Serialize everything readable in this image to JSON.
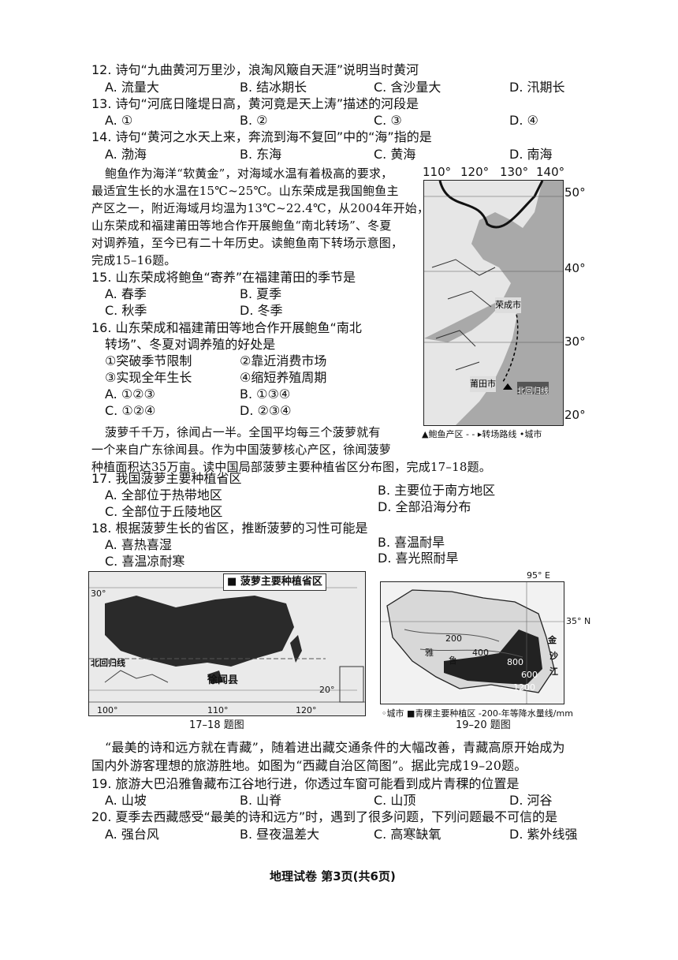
{
  "q12": {
    "stem": "12. 诗句“九曲黄河万里沙，浪淘风簸自天涯”说明当时黄河",
    "a": "A. 流量大",
    "b": "B. 结冰期长",
    "c": "C. 含沙量大",
    "d": "D. 汛期长"
  },
  "q13": {
    "stem": "13. 诗句“河底日隆堤日高，黄河竟是天上涛”描述的河段是",
    "a": "A. ①",
    "b": "B. ②",
    "c": "C. ③",
    "d": "D. ④"
  },
  "q14": {
    "stem": "14. 诗句“黄河之水天上来，奔流到海不复回”中的“海”指的是",
    "a": "A. 渤海",
    "b": "B. 东海",
    "c": "C. 黄海",
    "d": "D. 南海"
  },
  "passage1": [
    "鲍鱼作为海洋“软黄金”，对海域水温有着极高的要求，",
    "最适宜生长的水温在15℃~25℃。山东荣成是我国鲍鱼主",
    "产区之一，附近海域月均温为13℃~22.4℃，从2004年开始，",
    "山东荣成和福建莆田等地合作开展鲍鱼“南北转场”、冬夏",
    "对调养殖，至今已有二十年历史。读鲍鱼南下转场示意图，",
    "完成15–16题。"
  ],
  "q15": {
    "stem": "15. 山东荣成将鲍鱼“寄养”在福建莆田的季节是",
    "a": "A. 春季",
    "b": "B. 夏季",
    "c": "C. 秋季",
    "d": "D. 冬季"
  },
  "q16": {
    "stem1": "16. 山东荣成和福建莆田等地合作开展鲍鱼“南北",
    "stem2": "转场”、冬夏对调养殖的好处是",
    "o1": "①突破季节限制",
    "o2": "②靠近消费市场",
    "o3": "③实现全年生长",
    "o4": "④缩短养殖周期",
    "a": "A. ①②③",
    "b": "B. ①③④",
    "c": "C. ①②④",
    "d": "D. ②③④"
  },
  "map1": {
    "lon": [
      "110°",
      "120°",
      "130°",
      "140°"
    ],
    "lat": [
      "50°",
      "40°",
      "30°",
      "20°"
    ],
    "city1": "荣成市",
    "city2": "莆田市",
    "island": "北回归线",
    "legend": "▲鲍鱼产区 - - ▸转场路线 •城市"
  },
  "passage2": [
    "菠萝千千万，徐闻占一半。全国平均每三个菠萝就有",
    "一个来自广东徐闻县。作为中国菠萝核心产区，徐闻菠萝",
    "种植面积达35万亩。读中国局部菠萝主要种植省区分布图，完成17–18题。"
  ],
  "q17": {
    "stem": "17. 我国菠萝主要种植省区",
    "a": "A. 全部位于热带地区",
    "b": "B. 主要位于南方地区",
    "c": "C. 全部位于丘陵地区",
    "d": "D. 全部沿海分布"
  },
  "q18": {
    "stem": "18. 根据菠萝生长的省区，推断菠萝的习性可能是",
    "a": "A. 喜热喜湿",
    "b": "B. 喜温耐旱",
    "c": "C. 喜温凉耐寒",
    "d": "D. 喜光照耐旱"
  },
  "map2": {
    "legend": "菠萝主要种植省区",
    "lat30": "30°",
    "lat20": "20°",
    "tropic": "北回归线",
    "county": "徐闻县",
    "lon100": "100°",
    "lon110": "110°",
    "lon120": "120°",
    "caption": "17–18 题图"
  },
  "map3": {
    "lon": "95° E",
    "lat": "35° N",
    "legend": "◦城市 ■青稞主要种植区 -200-年等降水量线/mm",
    "caption": "19–20 题图",
    "iso": [
      "200",
      "400",
      "800",
      "600",
      "1200"
    ],
    "river": [
      "金",
      "沙",
      "江"
    ],
    "place": [
      "雅",
      "鲁"
    ]
  },
  "passage3": [
    "“最美的诗和远方就在青藏”，随着进出藏交通条件的大幅改善，青藏高原开始成为",
    "国内外游客理想的旅游胜地。如图为“西藏自治区简图”。据此完成19–20题。"
  ],
  "q19": {
    "stem": "19. 旅游大巴沿雅鲁藏布江谷地行进，你透过车窗可能看到成片青稞的位置是",
    "a": "A. 山坡",
    "b": "B. 山脊",
    "c": "C. 山顶",
    "d": "D. 河谷"
  },
  "q20": {
    "stem": "20. 夏季去西藏感受“最美的诗和远方”时，遇到了很多问题，下列问题最不可信的是",
    "a": "A. 强台风",
    "b": "B. 昼夜温差大",
    "c": "C. 高寒缺氧",
    "d": "D. 紫外线强"
  },
  "footer": "地理试卷 第3页(共6页)"
}
